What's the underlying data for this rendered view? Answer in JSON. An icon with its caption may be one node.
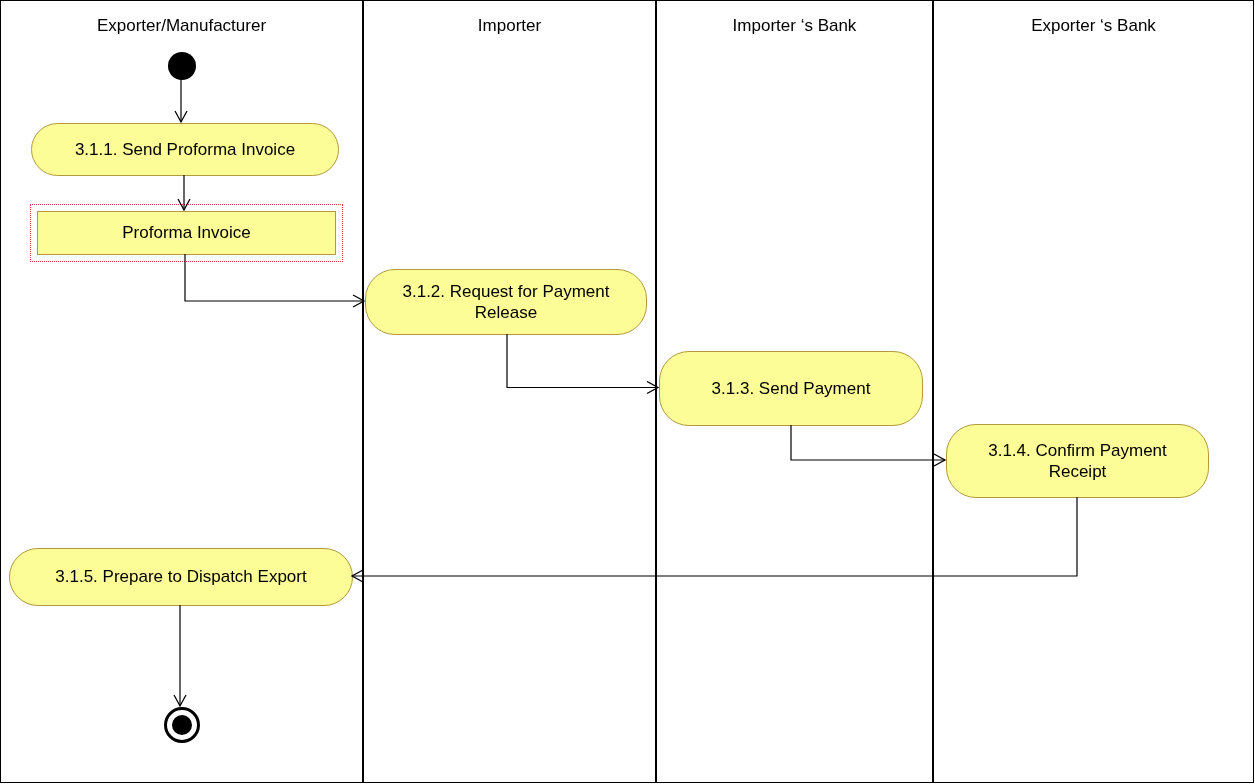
{
  "diagram": {
    "nodes": [
      {
        "text": [
          "Exporter/Manufacturer"
        ]
      },
      {
        "text": [
          "Importer"
        ]
      },
      {
        "text": [
          "Importer ‘s Bank"
        ]
      },
      {
        "text": [
          "Exporter ‘s Bank"
        ]
      },
      {
        "text": [],
        "shape": "circle",
        "in": 0
      },
      {
        "text": [
          "3.1.1. Send Proforma Invoice"
        ],
        "in": 0
      },
      {
        "text": [
          "Proforma Invoice"
        ],
        "in": 0
      },
      {
        "text": [
          "3.1.2. Request for Payment Release"
        ],
        "in": 1
      },
      {
        "text": [
          "3.1.3. Send Payment"
        ],
        "in": 2
      },
      {
        "text": [
          "3.1.4. Confirm Payment Receipt"
        ],
        "in": 3
      },
      {
        "text": [
          "3.1.5. Prepare to Dispatch Export"
        ],
        "in": 0
      },
      {
        "text": [],
        "shape": "circle",
        "in": 0
      }
    ],
    "edges": [
      {
        "from": 4,
        "to": 5,
        "arrow": "to"
      },
      {
        "from": 5,
        "to": 6,
        "arrow": "to"
      },
      {
        "from": 6,
        "to": 7,
        "arrow": "to"
      },
      {
        "from": 7,
        "to": 8,
        "arrow": "to"
      },
      {
        "from": 8,
        "to": 9,
        "arrow": "to"
      },
      {
        "from": 9,
        "to": 10,
        "arrow": "to"
      },
      {
        "from": 10,
        "to": 11,
        "arrow": "to"
      }
    ]
  }
}
